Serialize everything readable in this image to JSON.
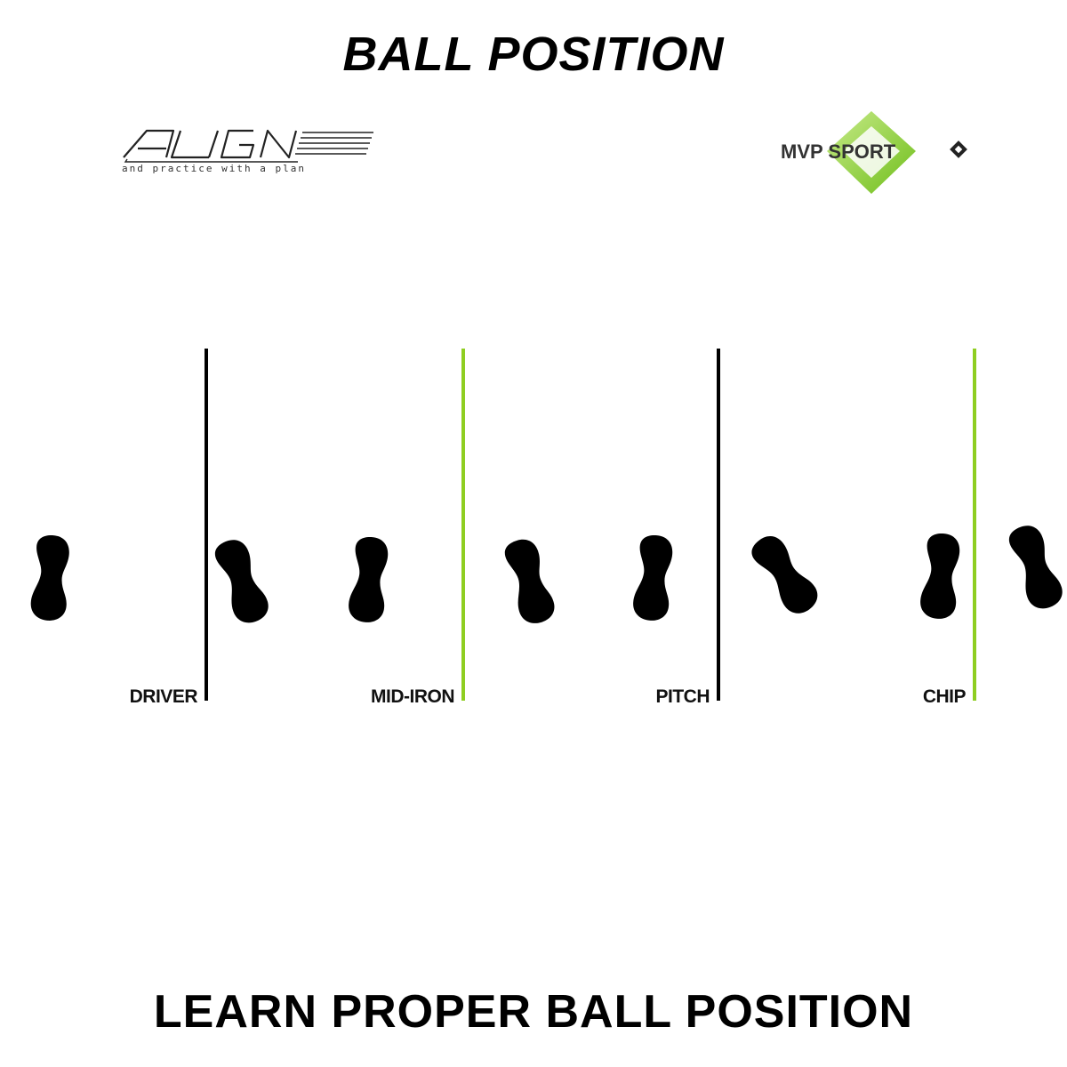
{
  "title": "BALL POSITION",
  "footer": "LEARN PROPER BALL POSITION",
  "logos": {
    "align": {
      "text": "ALIGN",
      "tagline": "and practice with a plan"
    },
    "mvp": {
      "text": "MVP SPORT"
    }
  },
  "clubs": [
    {
      "label": "DRIVER",
      "line_color": "#000000"
    },
    {
      "label": "MID-IRON",
      "line_color": "#8fce21"
    },
    {
      "label": "PITCH",
      "line_color": "#000000"
    },
    {
      "label": "CHIP",
      "line_color": "#8fce21"
    }
  ],
  "colors": {
    "accent_green": "#8fce21",
    "foot": "#000000",
    "background": "#ffffff"
  },
  "icons": [
    "footprint-icon"
  ]
}
